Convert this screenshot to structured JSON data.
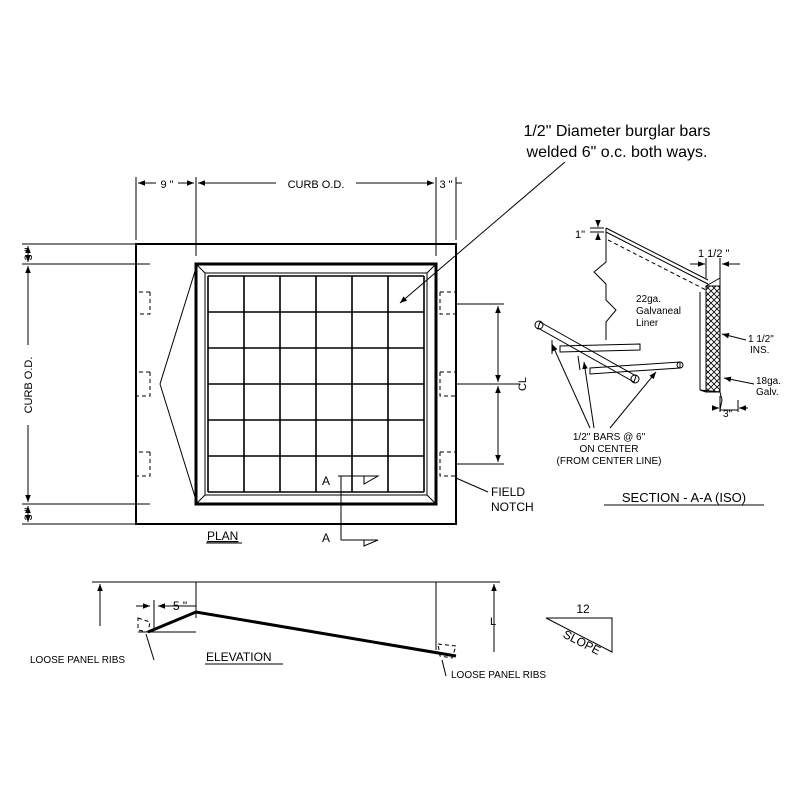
{
  "callout": {
    "line1": "1/2\" Diameter burglar bars",
    "line2": "welded 6\" o.c. both ways."
  },
  "plan": {
    "dim_left": "9 \"",
    "dim_top": "CURB O.D.",
    "dim_right": "3 \"",
    "dim_side_top": "3 \"",
    "dim_side_mid": "CURB O.D.",
    "dim_side_bottom": "3 \"",
    "centerline": "CL",
    "section_mark": "A",
    "field_notch_line1": "FIELD",
    "field_notch_line2": "NOTCH",
    "title": "PLAN",
    "grid_cells": 6
  },
  "section": {
    "dim_one": "1\"",
    "dim_one_half": "1 1/2 \"",
    "liner_line1": "22ga.",
    "liner_line2": "Galvaneal",
    "liner_line3": "Liner",
    "ins_line1": "1 1/2\"",
    "ins_line2": "INS.",
    "galv_line1": "18ga.",
    "galv_line2": "Galv.",
    "dim_three": "3\"",
    "bars_line1": "1/2\" BARS @ 6\"",
    "bars_line2": "ON CENTER",
    "bars_line3": "(FROM CENTER LINE)",
    "title": "SECTION - A-A  (ISO)"
  },
  "elevation": {
    "dim_five": "5 \"",
    "ribs_left": "LOOSE PANEL RIBS",
    "ribs_right": "LOOSE PANEL RIBS",
    "title": "ELEVATION",
    "dim_l": "L",
    "slope_run": "12",
    "slope_label": "SLOPE"
  }
}
